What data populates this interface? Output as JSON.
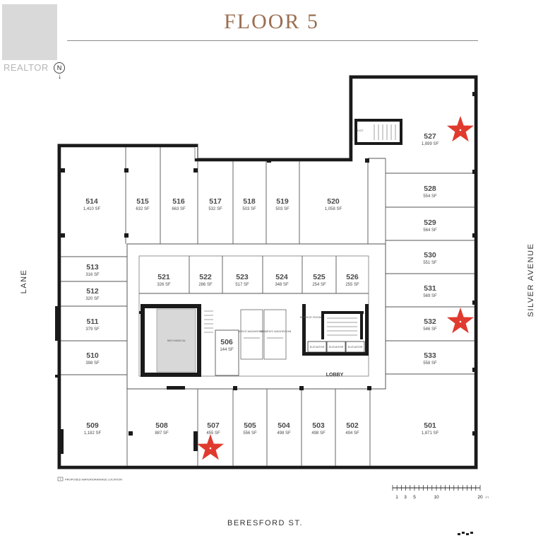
{
  "header": {
    "title": "FLOOR 5",
    "logo_text": "REALTOR",
    "north_label": "N"
  },
  "streets": {
    "left": "LANE",
    "right": "SILVER AVENUE",
    "bottom": "BERESFORD ST."
  },
  "units": [
    {
      "number": "514",
      "area": "1,410 SF"
    },
    {
      "number": "515",
      "area": "632 SF"
    },
    {
      "number": "516",
      "area": "663 SF"
    },
    {
      "number": "517",
      "area": "532 SF"
    },
    {
      "number": "518",
      "area": "503 SF"
    },
    {
      "number": "519",
      "area": "503 SF"
    },
    {
      "number": "520",
      "area": "1,058 SF"
    },
    {
      "number": "527",
      "area": "1,899 SF"
    },
    {
      "number": "528",
      "area": "554 SF"
    },
    {
      "number": "529",
      "area": "564 SF"
    },
    {
      "number": "530",
      "area": "551 SF"
    },
    {
      "number": "531",
      "area": "569 SF"
    },
    {
      "number": "532",
      "area": "546 SF"
    },
    {
      "number": "533",
      "area": "558 SF"
    },
    {
      "number": "501",
      "area": "1,871 SF"
    },
    {
      "number": "502",
      "area": "494 SF"
    },
    {
      "number": "503",
      "area": "498 SF"
    },
    {
      "number": "504",
      "area": "498 SF"
    },
    {
      "number": "505",
      "area": "556 SF"
    },
    {
      "number": "506",
      "area": "144 SF"
    },
    {
      "number": "507",
      "area": "455 SF"
    },
    {
      "number": "508",
      "area": "887 SF"
    },
    {
      "number": "509",
      "area": "1,182 SF"
    },
    {
      "number": "510",
      "area": "398 SF"
    },
    {
      "number": "511",
      "area": "379 SF"
    },
    {
      "number": "512",
      "area": "320 SF"
    },
    {
      "number": "513",
      "area": "316 SF"
    },
    {
      "number": "521",
      "area": "326 SF"
    },
    {
      "number": "522",
      "area": "286 SF"
    },
    {
      "number": "523",
      "area": "517 SF"
    },
    {
      "number": "524",
      "area": "348 SF"
    },
    {
      "number": "525",
      "area": "254 SF"
    },
    {
      "number": "526",
      "area": "255 SF"
    }
  ],
  "core": {
    "lobby": "LOBBY",
    "mens_washroom": "MEN'S WASHROOM",
    "womens_washroom": "WOMEN'S WASHROOM",
    "service_room": "SERVICE ROOM",
    "elevator": "ELEVATOR",
    "mechanical": "MECHANICAL",
    "exit": "EXIT"
  },
  "legend": {
    "symbol": "T",
    "text": "PROPOSED WATER/DRAINAGE LOCATION"
  },
  "scale": {
    "labels": [
      "1",
      "3",
      "5",
      "10",
      "20"
    ],
    "unit": "FT"
  },
  "colors": {
    "title": "#9a6f52",
    "wall": "#1a1a1a",
    "star": "#e03a2e",
    "shaft": "#d8d8d8"
  }
}
